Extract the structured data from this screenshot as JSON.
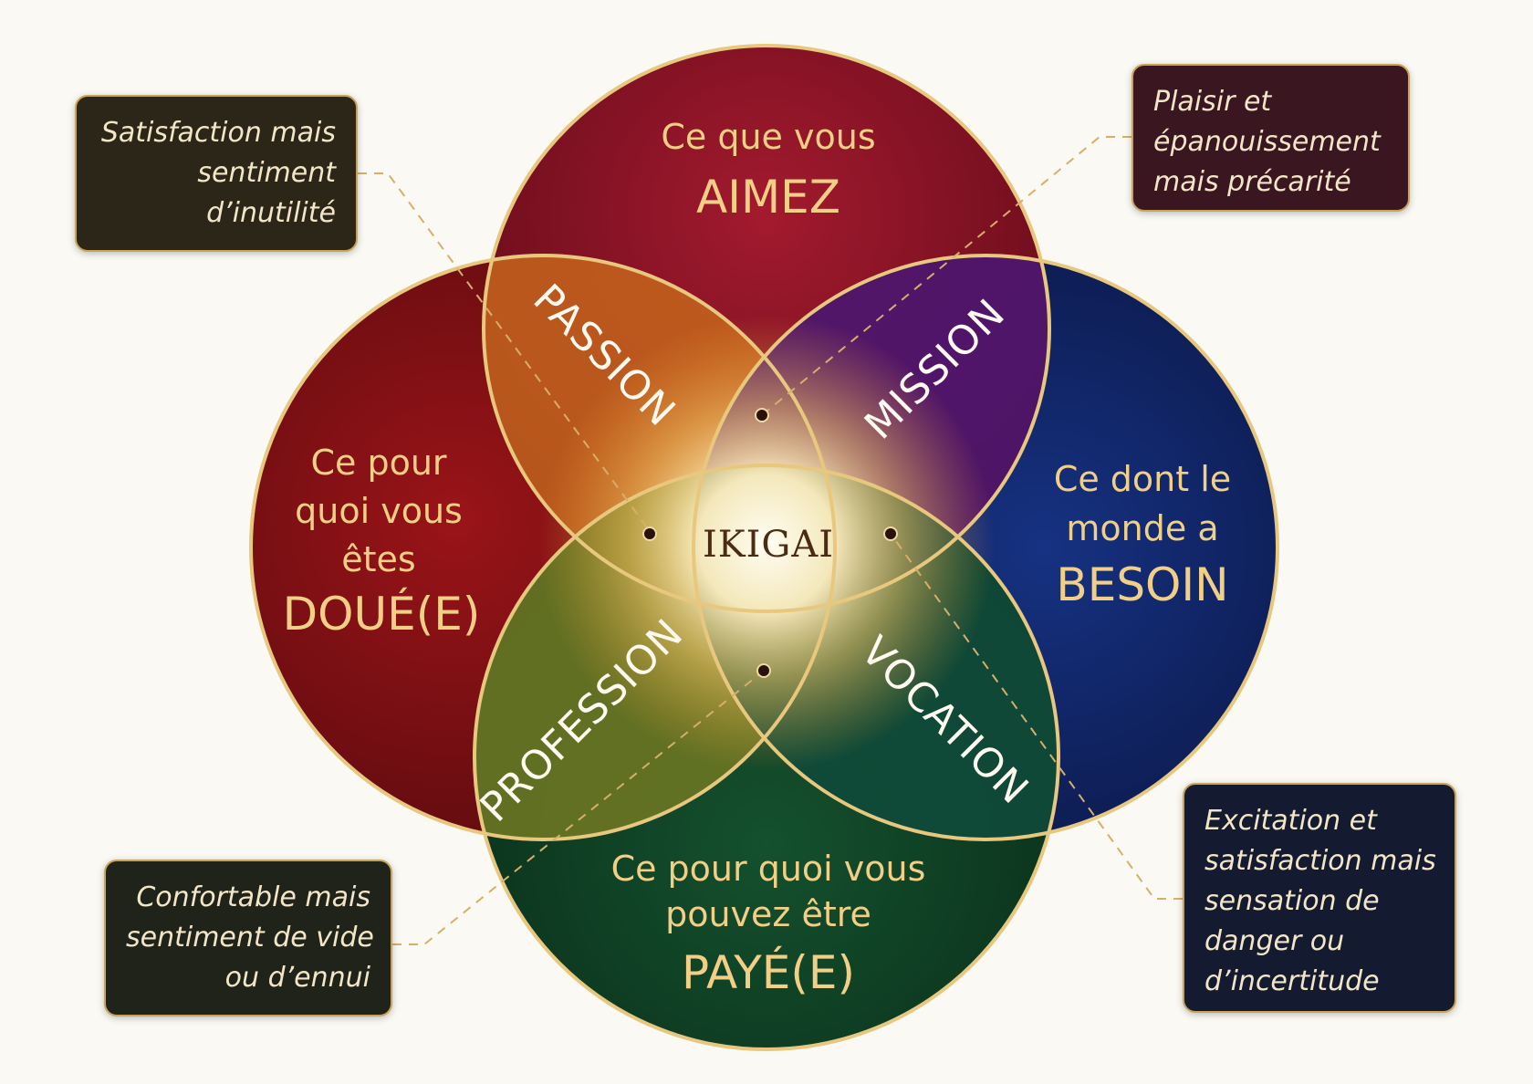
{
  "circles": {
    "love": {
      "line1": "Ce que vous",
      "keyword": "AIMEZ",
      "color": "#8c1325"
    },
    "good_at": {
      "line1": "Ce pour",
      "line2": "quoi vous",
      "line3": "êtes",
      "keyword": "DOUÉ(E)",
      "color": "#7e1015"
    },
    "world_needs": {
      "line1": "Ce dont le",
      "line2": "monde a",
      "keyword": "BESOIN",
      "color": "#10245e"
    },
    "paid_for": {
      "line1": "Ce pour quoi vous",
      "line2": "pouvez être",
      "keyword": "PAYÉ(E)",
      "color": "#0f3d24"
    }
  },
  "zones": {
    "passion": "PASSION",
    "mission": "MISSION",
    "profession": "PROFESSION",
    "vocation": "VOCATION"
  },
  "center": {
    "label": "IKIGAI"
  },
  "notes": {
    "top_left": [
      "Satisfaction mais",
      "sentiment",
      "d’inutilité"
    ],
    "top_right": [
      "Plaisir et",
      "épanouissement",
      "mais précarité"
    ],
    "bottom_left": [
      "Confortable mais",
      "sentiment de vide",
      "ou d’ennui"
    ],
    "bottom_right": [
      "Excitation et",
      "satisfaction mais",
      "sensation de",
      "danger ou",
      "d’incertitude"
    ]
  },
  "colors": {
    "outline": "#e8c77e",
    "leader_line": "#d6b06a",
    "label_gold": "#f1cf86",
    "background": "#fbf9f3"
  }
}
